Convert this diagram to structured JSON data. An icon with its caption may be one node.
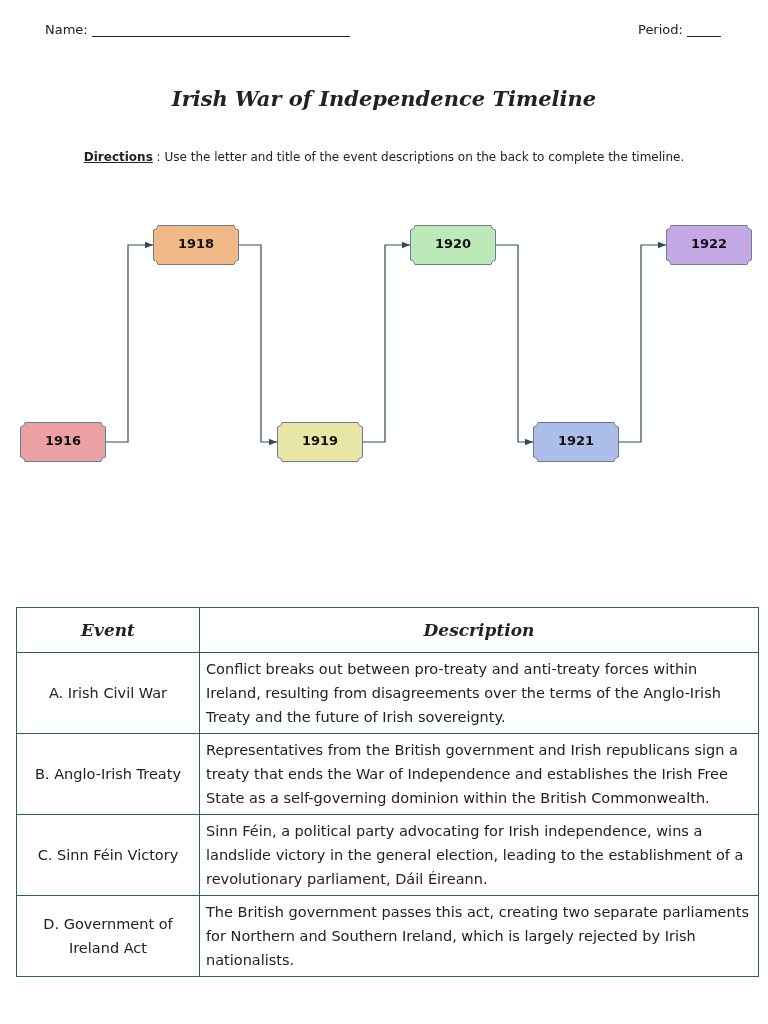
{
  "diagram": {
    "title": "Irish War of Independence Timeline",
    "nodes": [
      {
        "text": [
          "1916"
        ]
      },
      {
        "text": [
          "1918"
        ]
      },
      {
        "text": [
          "1919"
        ]
      },
      {
        "text": [
          "1920"
        ]
      },
      {
        "text": [
          "1921"
        ]
      },
      {
        "text": [
          "1922"
        ]
      }
    ],
    "edges": [
      {
        "from": 0,
        "to": 1,
        "arrow": "to"
      },
      {
        "from": 1,
        "to": 2,
        "arrow": "to"
      },
      {
        "from": 2,
        "to": 3,
        "arrow": "to"
      },
      {
        "from": 3,
        "to": 4,
        "arrow": "to"
      },
      {
        "from": 4,
        "to": 5,
        "arrow": "to"
      }
    ],
    "labels": [
      "Name:",
      "Period:",
      "**Directions** : Use the letter and title of the event descriptions on the back to complete the timeline.",
      "Event",
      "Description",
      "A. Irish Civil War",
      "Conflict breaks out between pro-treaty and anti-treaty forces within Ireland, resulting from disagreements over the terms of the Anglo-Irish Treaty and the future of Irish sovereignty.",
      "B. Anglo-Irish Treaty",
      "Representatives from the British government and Irish republicans sign a treaty that ends the War of Independence and establishes the Irish Free State as a self-governing dominion within the British Commonwealth.",
      "C. Sinn Féin Victory",
      "Sinn Féin, a political party advocating for Irish independence, wins a landslide victory in the general election, leading to the establishment of a revolutionary parliament, Dáil Éireann.",
      "D. Government of Ireland Act",
      "The British government passes this act, creating two separate parliaments for Northern and Southern Ireland, which is largely rejected by Irish nationalists."
    ]
  }
}
